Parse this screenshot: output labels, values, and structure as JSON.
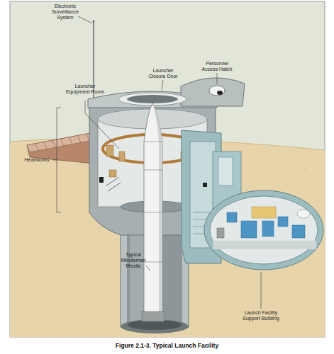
{
  "diagram": {
    "caption": "Figure 2.1-3. Typical Launch Facility",
    "labels": [
      "Electronic Surveillance System",
      "Launcher Closure Door",
      "Personnel Access Hatch",
      "Launcher Equipment Room",
      "Headworks",
      "Typical Minuteman Missile",
      "Launch Facility Support Building"
    ]
  }
}
